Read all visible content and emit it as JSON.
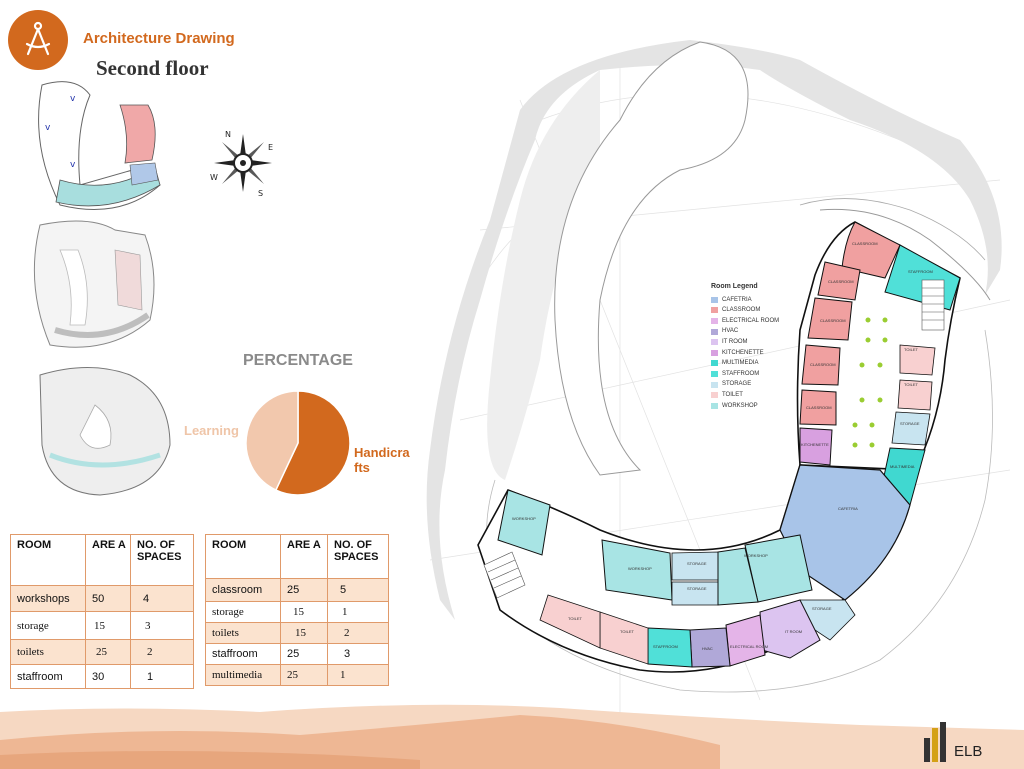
{
  "header": {
    "title": "Architecture Drawing",
    "subtitle": "Second floor"
  },
  "chart_title": "PERCENTAGE",
  "chart_data": {
    "type": "pie",
    "title": "PERCENTAGE",
    "categories": [
      "Handicrafts",
      "Learning"
    ],
    "values": [
      57,
      43
    ],
    "colors": [
      "#d2691e",
      "#f2c8ad"
    ],
    "labels": [
      "Handicra fts",
      "Learning"
    ]
  },
  "legend": {
    "title": "Room Legend",
    "items": [
      {
        "label": "CAFETRIA",
        "color": "#a8c4e8"
      },
      {
        "label": "CLASSROOM",
        "color": "#f0a0a0"
      },
      {
        "label": "ELECTRICAL ROOM",
        "color": "#e4b4e8"
      },
      {
        "label": "HVAC",
        "color": "#b0a8d8"
      },
      {
        "label": "IT ROOM",
        "color": "#dcc4f0"
      },
      {
        "label": "KITCHENETTE",
        "color": "#d8a0e0"
      },
      {
        "label": "MULTIMEDIA",
        "color": "#40d8d0"
      },
      {
        "label": "STAFFROOM",
        "color": "#50e0d8"
      },
      {
        "label": "STORAGE",
        "color": "#c8e4f0"
      },
      {
        "label": "TOILET",
        "color": "#f8d0d0"
      },
      {
        "label": "WORKSHOP",
        "color": "#a8e4e4"
      }
    ]
  },
  "table_left": {
    "headers": [
      "ROOM",
      "ARE A",
      "NO. OF SPACES"
    ],
    "rows": [
      [
        "workshops",
        "50",
        "4"
      ],
      [
        "storage",
        "15",
        "3"
      ],
      [
        "toilets",
        "25",
        "2"
      ],
      [
        "staffroom",
        "30",
        "1"
      ]
    ]
  },
  "table_right": {
    "headers": [
      "ROOM",
      "ARE A",
      "NO. OF SPACES"
    ],
    "rows": [
      [
        "classroom",
        "25",
        "5"
      ],
      [
        "storage",
        "15",
        "1"
      ],
      [
        "toilets",
        "15",
        "2"
      ],
      [
        "staffroom",
        "25",
        "3"
      ],
      [
        "multimedia",
        "25",
        "1"
      ]
    ]
  },
  "plan_labels": {
    "classroom_1": "CLASSROOM",
    "classroom_2": "CLASSROOM",
    "classroom_3": "CLASSROOM",
    "classroom_4": "CLASSROOM",
    "classroom_5": "CLASSROOM",
    "staffroom_1": "STAFFROOM",
    "toilet_1": "TOILET",
    "toilet_2": "TOILET",
    "storage_1": "STORAGE",
    "multimedia": "MULTIMEDIA",
    "kitchenette": "KITCHENETTE",
    "cafetria": "CAFETRIA",
    "storage_2": "STORAGE",
    "it_room": "IT ROOM",
    "electrical_room": "ELECTRICAL ROOM",
    "hvac": "HVAC",
    "staffroom_2": "STAFFROOM",
    "toilet_3": "TOILET",
    "toilet_4": "TOILET",
    "workshop_1": "WORKSHOP",
    "workshop_2": "WORKSHOP",
    "workshop_3": "WORKSHOP",
    "storage_3": "STORAGE",
    "storage_4": "STORAGE"
  },
  "compass_letters": [
    "N",
    "E",
    "S",
    "W"
  ],
  "brand": "ELB"
}
